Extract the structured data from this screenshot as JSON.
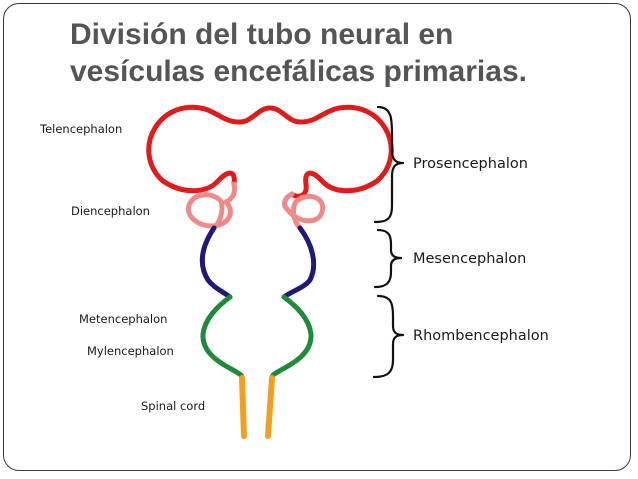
{
  "slide": {
    "title_line1": "División del tubo neural en",
    "title_line2": "vesículas encefálicas primarias."
  },
  "diagram": {
    "colors": {
      "telencephalon": "#e01b1b",
      "diencephalon": "#f08a8a",
      "mesencephalon": "#1f1a78",
      "rhombencephalon": "#1f8a3a",
      "spinal_cord": "#f0a020",
      "brace": "#111111"
    },
    "structures": [
      {
        "id": "telencephalon",
        "label": "Telencephalon"
      },
      {
        "id": "diencephalon",
        "label": "Diencephalon"
      },
      {
        "id": "metencephalon",
        "label": "Metencephalon"
      },
      {
        "id": "mylencephalon",
        "label": "Mylencephalon"
      },
      {
        "id": "spinal_cord",
        "label": "Spinal cord"
      }
    ],
    "groups": [
      {
        "id": "prosencephalon",
        "label": "Prosencephalon"
      },
      {
        "id": "mesencephalon",
        "label": "Mesencephalon"
      },
      {
        "id": "rhombencephalon",
        "label": "Rhombencephalon"
      }
    ]
  }
}
